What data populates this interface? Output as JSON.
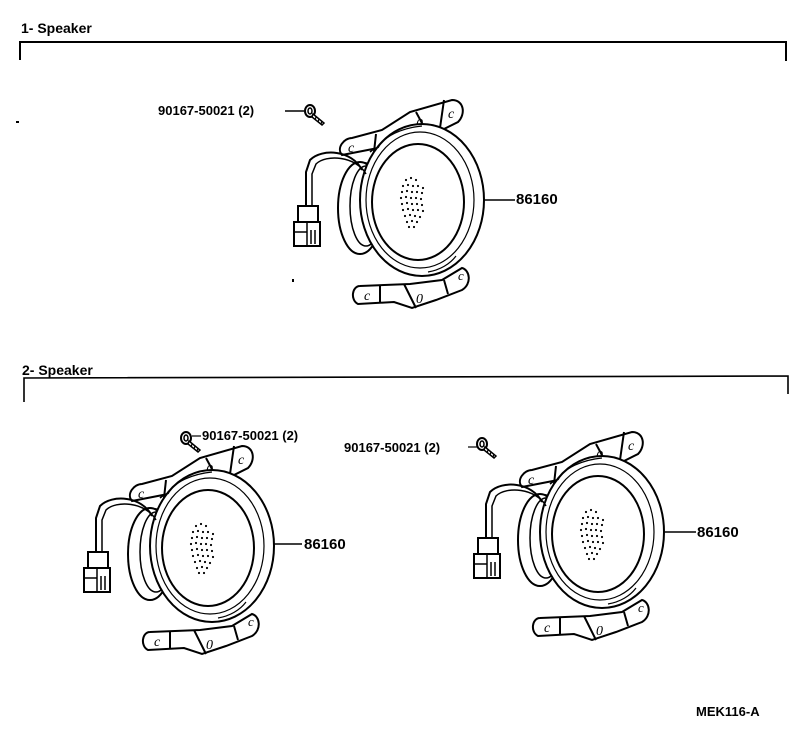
{
  "sections": [
    {
      "title": "1- Speaker",
      "speakers": [
        {
          "part_number": "86160",
          "screw_label": "90167-50021 (2)"
        }
      ]
    },
    {
      "title": "2- Speaker",
      "speakers": [
        {
          "part_number": "86160",
          "screw_label": "90167-50021 (2)"
        },
        {
          "part_number": "86160",
          "screw_label": "90167-50021 (2)"
        }
      ]
    }
  ],
  "footer": {
    "diagram_code": "MEK116-A"
  },
  "colors": {
    "ink": "#000000",
    "paper": "#ffffff"
  }
}
